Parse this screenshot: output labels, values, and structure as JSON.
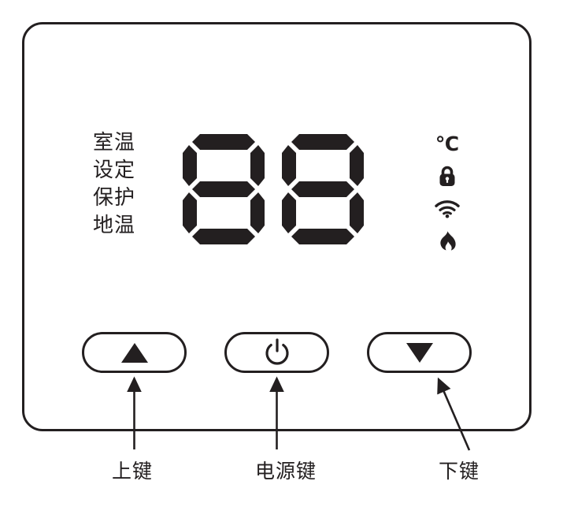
{
  "device": {
    "type": "thermostat-control-panel",
    "body_color": "#ffffff",
    "ink_color": "#231f20"
  },
  "display": {
    "mode_labels": [
      {
        "label": "室温"
      },
      {
        "label": "设定"
      },
      {
        "label": "保护"
      },
      {
        "label": "地温"
      }
    ],
    "segment_digits": [
      {
        "value": "8"
      },
      {
        "value": "8"
      }
    ],
    "digits_text": "88",
    "status_icons": [
      {
        "name": "celsius-icon",
        "glyph": "℃",
        "label": "℃"
      },
      {
        "name": "lock-icon",
        "label": "lock"
      },
      {
        "name": "wifi-icon",
        "label": "wifi"
      },
      {
        "name": "flame-icon",
        "label": "flame"
      }
    ]
  },
  "buttons": [
    {
      "name": "up-button",
      "icon": "triangle-up-icon",
      "callout": "上键"
    },
    {
      "name": "power-button",
      "icon": "power-icon",
      "callout": "电源键"
    },
    {
      "name": "down-button",
      "icon": "triangle-down-icon",
      "callout": "下键"
    }
  ],
  "callouts": {
    "up": "上键",
    "power": "电源键",
    "down": "下键"
  }
}
